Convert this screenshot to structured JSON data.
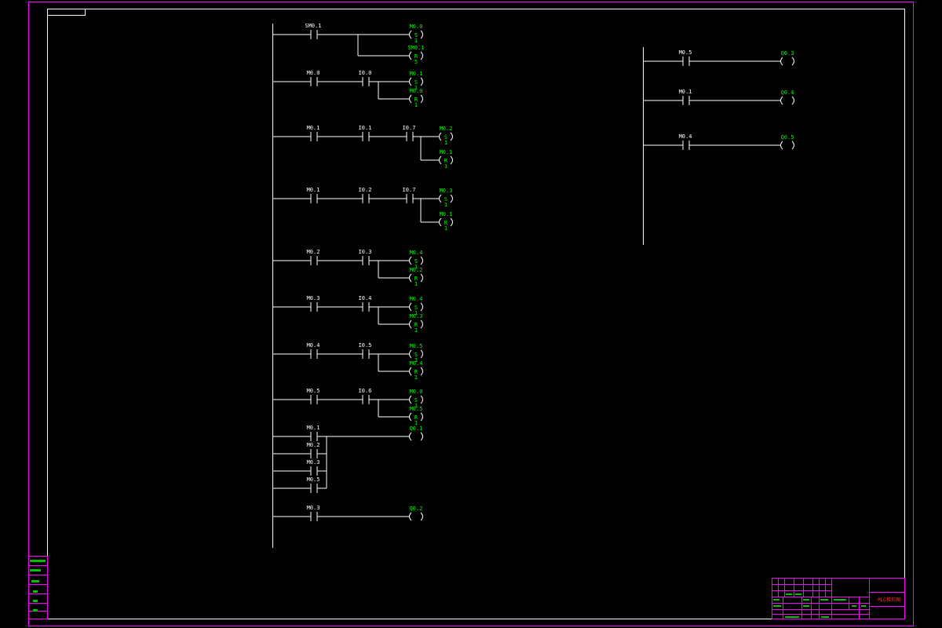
{
  "colors": {
    "background": "#000000",
    "border": "#ff00ff",
    "wire": "#ffffff",
    "operand": "#00ff00",
    "title": "#ff3030"
  },
  "title_block": {
    "drawing_title": "PLC梯形图"
  },
  "ladder_left": {
    "rungs": [
      {
        "contacts": [
          "SM0.1"
        ],
        "coils": [
          {
            "addr": "M0.0",
            "type": "S",
            "n": "1"
          },
          {
            "addr": "SM0.1",
            "type": "R",
            "n": "5"
          }
        ]
      },
      {
        "contacts": [
          "M0.0",
          "I0.0"
        ],
        "coils": [
          {
            "addr": "M0.1",
            "type": "S",
            "n": "1"
          },
          {
            "addr": "M0.0",
            "type": "R",
            "n": "1"
          }
        ]
      },
      {
        "contacts": [
          "M0.1",
          "I0.1",
          "I0.7"
        ],
        "coils": [
          {
            "addr": "M0.2",
            "type": "S",
            "n": "1"
          },
          {
            "addr": "M0.1",
            "type": "R",
            "n": "1"
          }
        ]
      },
      {
        "contacts": [
          "M0.1",
          "I0.2",
          "I0.7"
        ],
        "coils": [
          {
            "addr": "M0.3",
            "type": "S",
            "n": "1"
          },
          {
            "addr": "M0.1",
            "type": "R",
            "n": "1"
          }
        ]
      },
      {
        "contacts": [
          "M0.2",
          "I0.3"
        ],
        "coils": [
          {
            "addr": "M0.4",
            "type": "S",
            "n": "1"
          },
          {
            "addr": "M0.2",
            "type": "R",
            "n": "1"
          }
        ]
      },
      {
        "contacts": [
          "M0.3",
          "I0.4"
        ],
        "coils": [
          {
            "addr": "M0.4",
            "type": "S",
            "n": "1"
          },
          {
            "addr": "M0.3",
            "type": "R",
            "n": "1"
          }
        ]
      },
      {
        "contacts": [
          "M0.4",
          "I0.5"
        ],
        "coils": [
          {
            "addr": "M0.5",
            "type": "S",
            "n": "1"
          },
          {
            "addr": "M0.4",
            "type": "R",
            "n": "1"
          }
        ]
      },
      {
        "contacts": [
          "M0.5",
          "I0.6"
        ],
        "coils": [
          {
            "addr": "M0.0",
            "type": "S",
            "n": "1"
          },
          {
            "addr": "M0.5",
            "type": "R",
            "n": "1"
          }
        ]
      }
    ],
    "parallel_rung": {
      "contacts": [
        "M0.1",
        "M0.2",
        "M0.3",
        "M0.5"
      ],
      "coil": "Q0.1"
    },
    "final_rung": {
      "contact": "M0.3",
      "coil": "Q0.2"
    }
  },
  "ladder_right": {
    "rungs": [
      {
        "contact": "M0.5",
        "coil": "Q0.3"
      },
      {
        "contact": "M0.1",
        "coil": "Q0.4"
      },
      {
        "contact": "M0.4",
        "coil": "Q0.5"
      }
    ]
  }
}
